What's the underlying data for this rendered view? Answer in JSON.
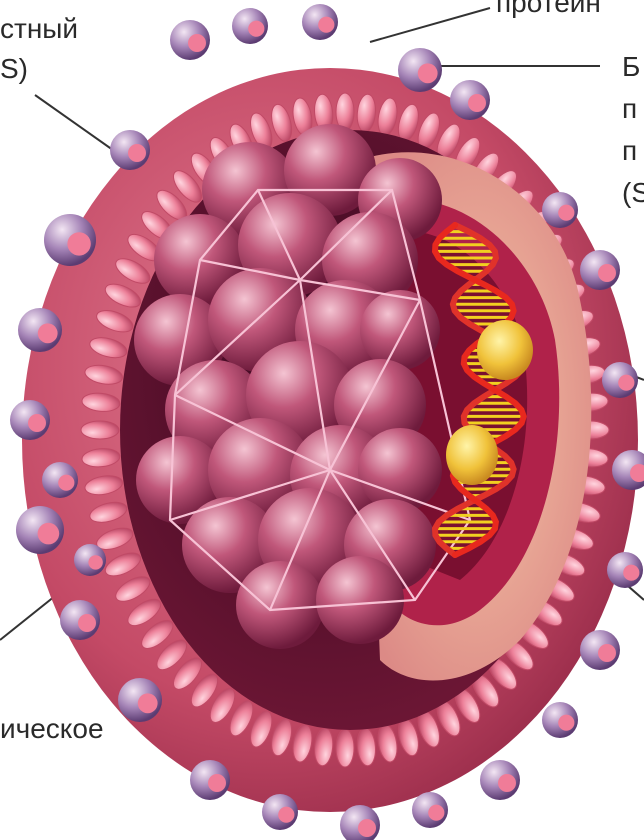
{
  "labels": {
    "top_left_line1": "стный",
    "top_left_line2": "S)",
    "top_center": "протеин",
    "right_line1": "Б",
    "right_line2": "п",
    "right_line3": "п",
    "right_line4": "(S",
    "bottom_left": "ическое"
  },
  "colors": {
    "envelope": "#c8506a",
    "membrane_bead": "#ef8fa4",
    "capsid": "#a83a5c",
    "core_dark": "#5a0d2c",
    "dna_red": "#e0322a",
    "dna_yellow": "#f2d020",
    "enzyme": "#e8c040",
    "spike": "#8e6aa0",
    "leader_line": "#333333"
  }
}
